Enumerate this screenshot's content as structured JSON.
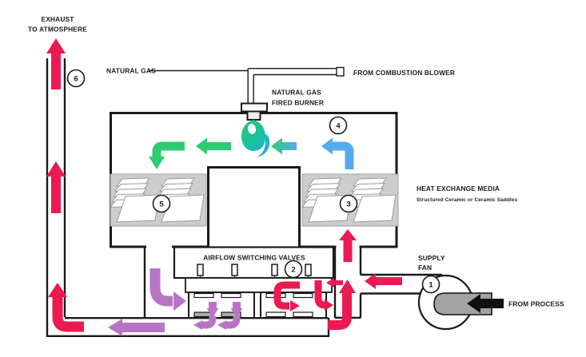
{
  "diagram": {
    "labels": {
      "exhaust_line1": "EXHAUST",
      "exhaust_line2": "TO ATMOSPHERE",
      "natural_gas_supply": "NATURAL GAS",
      "from_combustion_blower": "FROM COMBUSTION BLOWER",
      "burner_line1": "NATURAL GAS",
      "burner_line2": "FIRED BURNER",
      "heat_exchange_media": "HEAT EXCHANGE MEDIA",
      "heat_exchange_media_sub": "Structured Ceramic or Ceramic Saddles",
      "airflow_switching_valves": "AIRFLOW SWITCHING VALVES",
      "supply_fan_line1": "SUPPLY",
      "supply_fan_line2": "FAN",
      "from_process": "FROM PROCESS"
    },
    "markers": {
      "supply_fan": "1",
      "switching_valves": "2",
      "inlet_media_bed": "3",
      "combustion_chamber": "4",
      "outlet_media_bed": "5",
      "exhaust_stack": "6"
    },
    "colors": {
      "hot_flow_red": "#ec1a52",
      "cool_flow_purple": "#b973c6",
      "hot_gas_green": "#2ecc71",
      "warm_gas_blue": "#55aaf0",
      "media_gray": "#cdcdcd",
      "inlet_duct_gray": "#a3a3a3",
      "line_black": "#1a1a1a"
    }
  }
}
